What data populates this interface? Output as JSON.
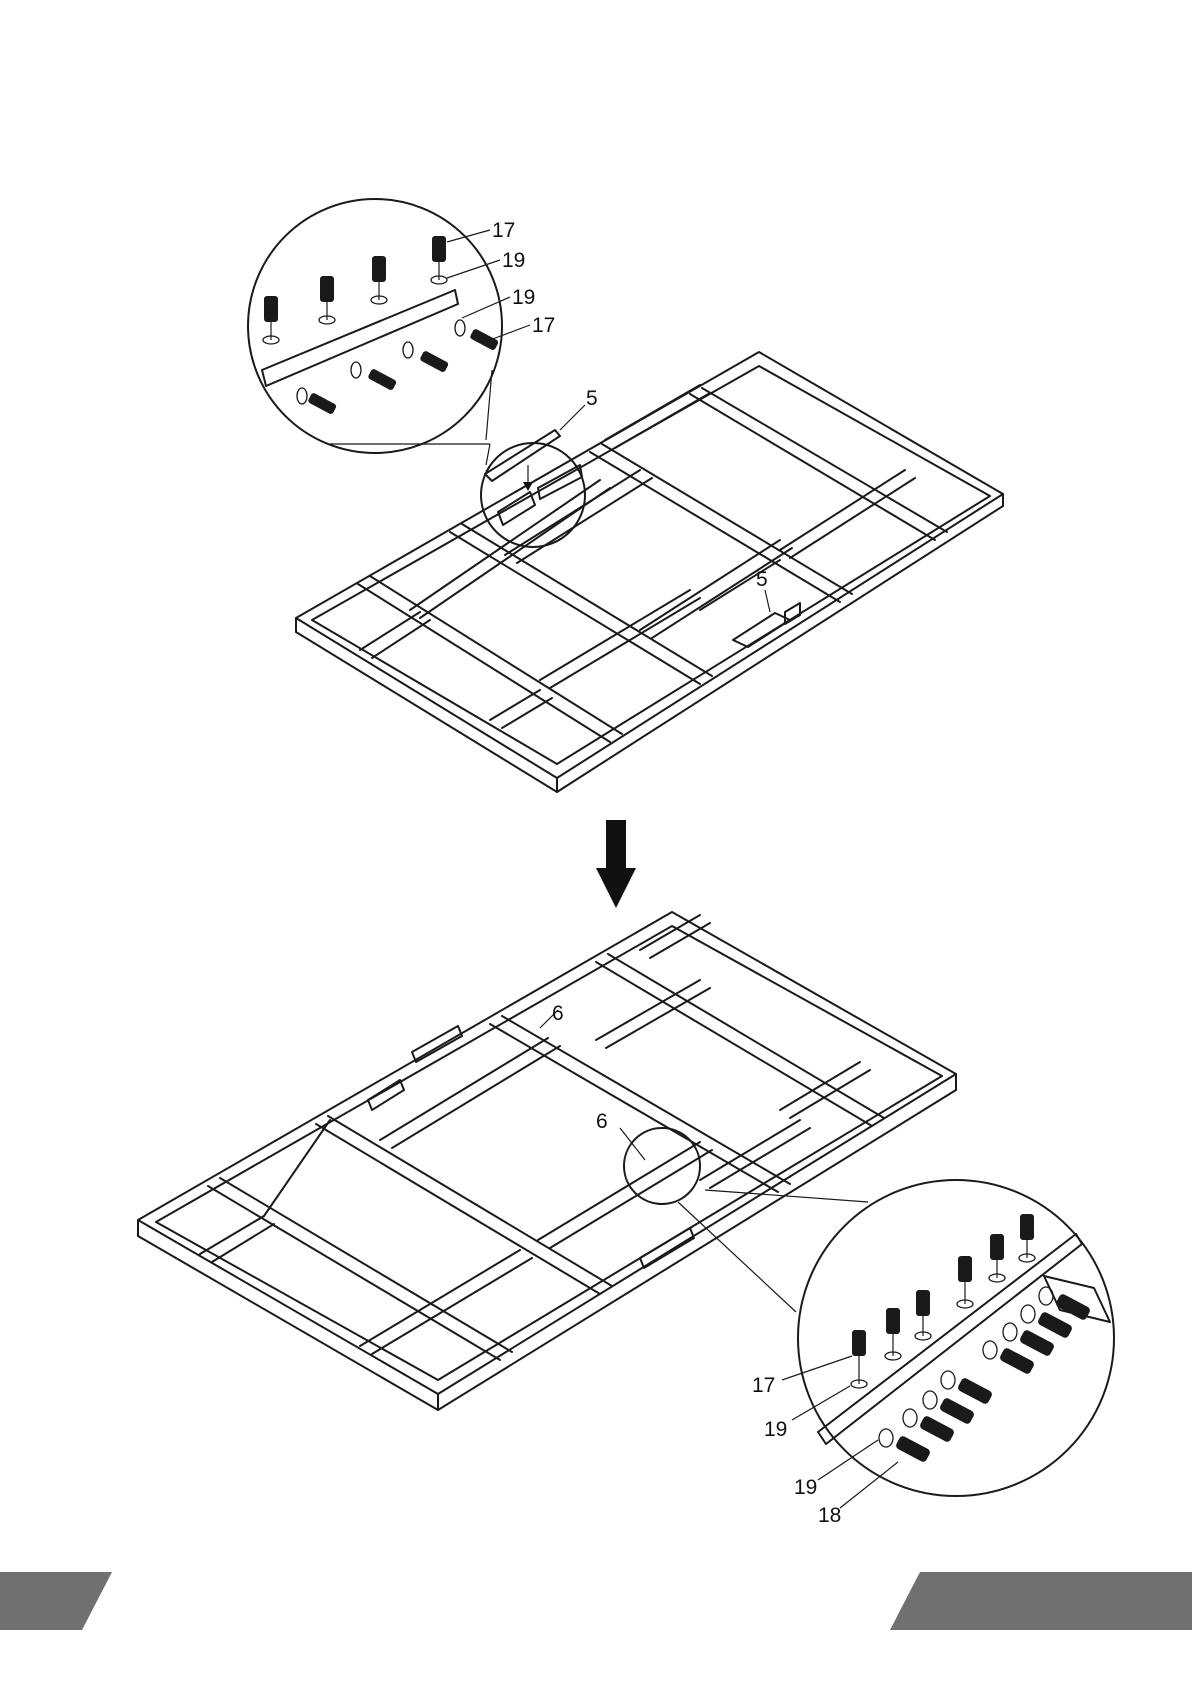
{
  "top_diagram": {
    "callouts": {
      "screw_a": "17",
      "washer_a": "19",
      "washer_b": "19",
      "screw_b": "17",
      "bracket_a": "5",
      "bracket_b": "5"
    }
  },
  "step_arrow": {
    "icon": "down-arrow-icon"
  },
  "bottom_diagram": {
    "callouts": {
      "plate_a": "6",
      "plate_b": "6",
      "screw": "17",
      "washer_a": "19",
      "washer_b": "19",
      "bolt": "18"
    }
  },
  "footer": {
    "accent_color": "#707070"
  }
}
